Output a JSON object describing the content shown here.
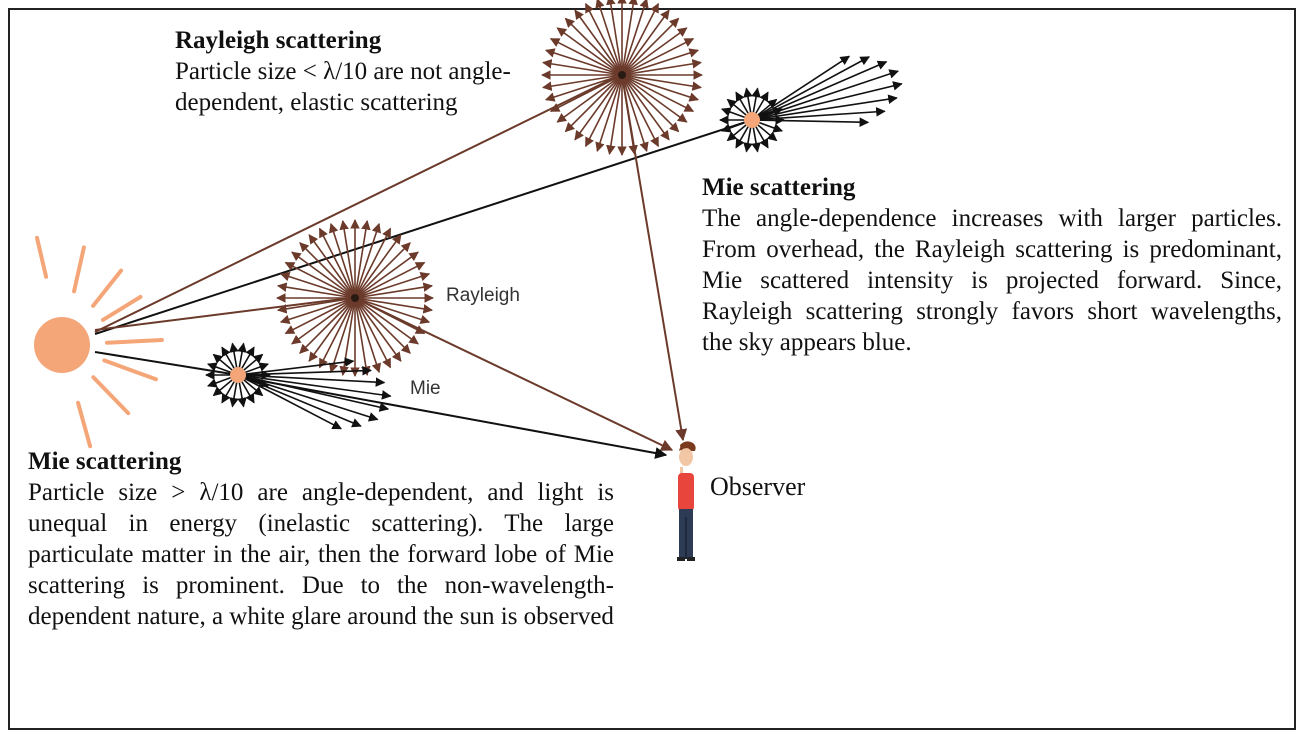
{
  "diagram": {
    "labels": {
      "rayleigh": "Rayleigh",
      "mie": "Mie",
      "observer": "Observer"
    },
    "colors": {
      "sun": "#f5a679",
      "ray_brown": "#6b3a2a",
      "ray_black": "#111111",
      "mie_particle": "#f5a679",
      "observer_shirt": "#e8453c",
      "observer_pants": "#2e3b55"
    }
  },
  "blocks": {
    "rayleigh": {
      "heading": "Rayleigh scattering",
      "body": "Particle size < λ/10 are not angle-dependent, elastic scattering"
    },
    "mie_right": {
      "heading": "Mie scattering",
      "body": "The angle-dependence increases with larger particles. From overhead, the Rayleigh scattering is predominant, Mie scattered intensity is projected forward. Since, Rayleigh scattering strongly favors short wavelengths, the sky appears blue."
    },
    "mie_left": {
      "heading": "Mie scattering",
      "body": "Particle size > λ/10 are angle-dependent, and light is unequal in energy (inelastic scattering). The large particulate matter in the air, then the forward lobe of Mie scattering is prominent. Due to the non-wavelength-dependent nature, a white glare around the sun is observed"
    }
  }
}
